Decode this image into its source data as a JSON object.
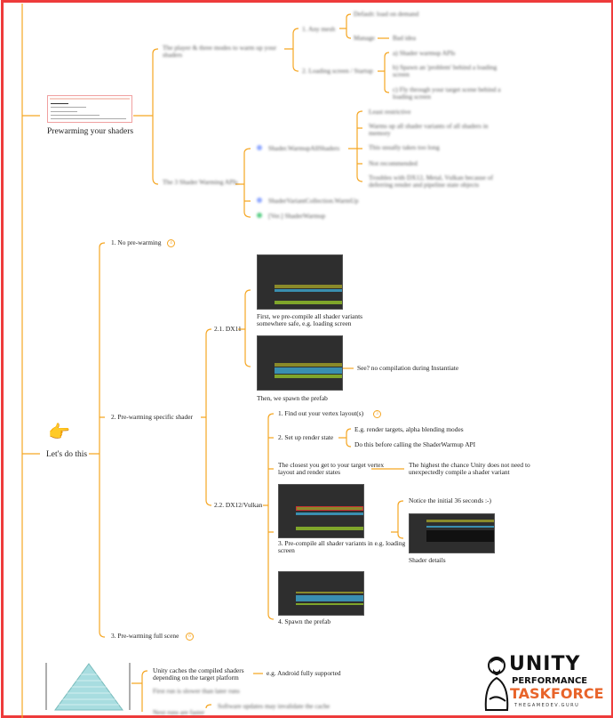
{
  "colors": {
    "frame": "#ee3b3b",
    "connector": "#f5a623",
    "accent_orange": "#e8642a"
  },
  "section1": {
    "root": "Prewarming your shaders",
    "branches": [
      {
        "label": "The player & three modes to warm up your shaders",
        "children": [
          {
            "label": "1. Any mesh",
            "children": [
              "Default: load on demand",
              "Manage"
            ],
            "sub": "Bad idea"
          },
          {
            "label": "2. Loading screen / Startup",
            "children": [
              "a) Shader warmup APIs",
              "b) Spawn an 'problem' behind a loading screen",
              "c) Fly through your target scene behind a loading screen"
            ]
          }
        ]
      },
      {
        "label": "The 3 Shader Warming APIs",
        "children": [
          {
            "label": "Shader.WarmupAllShaders",
            "children": [
              "Least restrictive",
              "Warms up all shader variants of all shaders in memory",
              "This usually takes too long",
              "Not recommended",
              "Troubles with DX12, Metal, Vulkan because of deferring render and pipeline state objects"
            ]
          },
          {
            "label": "ShaderVariantCollection.WarmUp"
          },
          {
            "label": "[Ver.] ShaderWarmup"
          }
        ]
      }
    ]
  },
  "section2": {
    "icon": "pointing-hand-icon",
    "root": "Let's do this",
    "items": [
      {
        "label": "1. No pre-warming",
        "badge": "4"
      },
      {
        "label": "2. Pre-warming specific shader"
      },
      {
        "label": "3. Pre-warming full scene",
        "badge": "6"
      }
    ],
    "dx11": {
      "label": "2.1. DX11",
      "step1": "First, we pre-compile all shader variants somewhere safe, e.g. loading screen",
      "step2": "Then, we spawn the prefab",
      "note": "See? no compilation during Instantiate"
    },
    "vulkan": {
      "label": "2.2. DX12/Vulkan",
      "step1": "1. Find out your vertex layout(s)",
      "step1_badge": "3",
      "step2": "2. Set up render state",
      "step2_children": [
        "E.g. render targets, alpha blending modes",
        "Do this before calling the ShaderWarmup API"
      ],
      "closest": "The closest you get to your target vertex layout and render states",
      "closest_note": "The highest the chance Unity does not need to unexpectedly compile a shader variant",
      "step3": "3. Pre-compile all shader variants in e.g. loading screen",
      "notice": "Notice the initial 36 seconds :-)",
      "shader_details": "Shader details",
      "step4": "4. Spawn the prefab"
    }
  },
  "section3": {
    "cache": "Unity caches the compiled shaders depending on the target platform",
    "cache_note": "e.g. Android fully supported",
    "blurred1": "First run is slower than later runs",
    "blurred2": "Next runs are faster",
    "blurred3": "Software updates may invalidate the cache"
  },
  "logo": {
    "line1": "UNITY",
    "line2": "PERFORMANCE",
    "line3": "TASKFORCE",
    "line4": "THEGAMEDEV.GURU"
  }
}
